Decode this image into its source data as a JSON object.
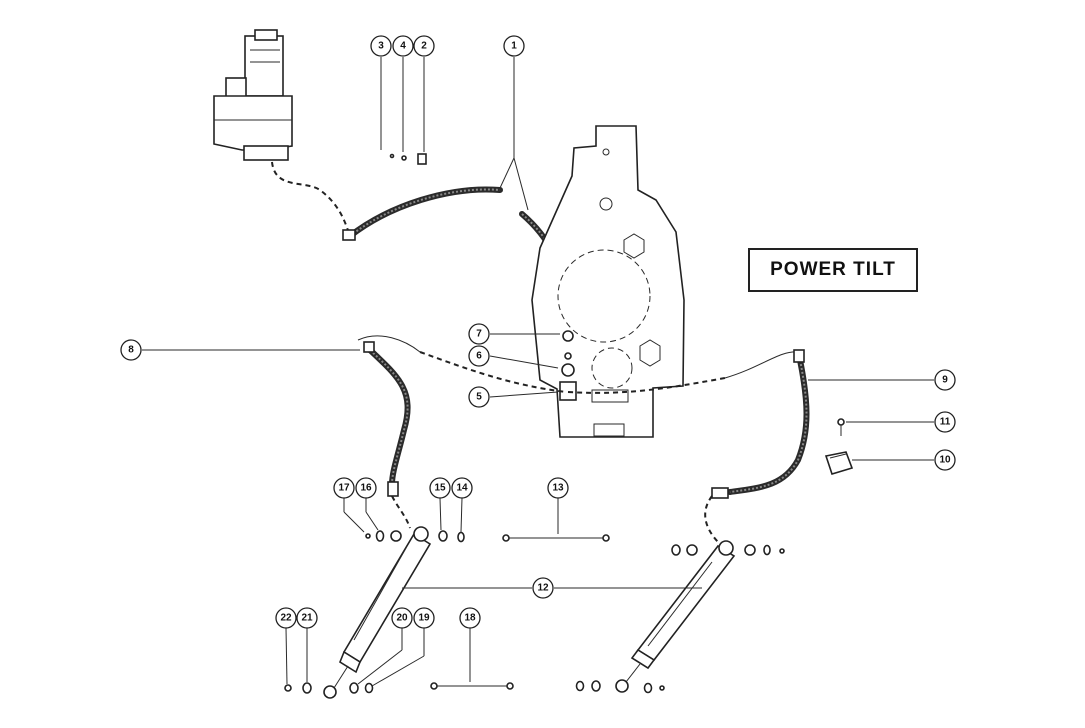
{
  "diagram": {
    "title": "POWER TILT",
    "callouts": [
      "1",
      "2",
      "3",
      "4",
      "5",
      "6",
      "7",
      "8",
      "9",
      "10",
      "11",
      "12",
      "13",
      "14",
      "15",
      "16",
      "17",
      "18",
      "19",
      "20",
      "21",
      "22"
    ]
  }
}
